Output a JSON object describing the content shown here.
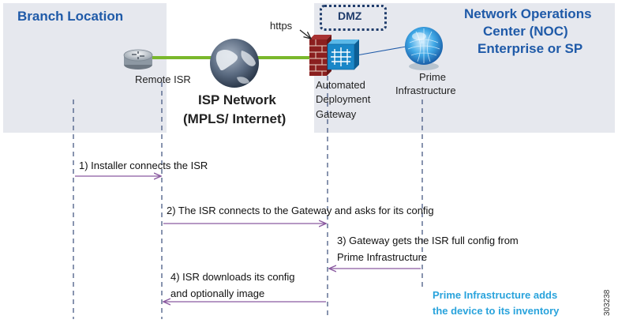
{
  "zones": {
    "branch": "Branch Location",
    "noc_line1": "Network Operations",
    "noc_line2": "Center (NOC)",
    "noc_line3": "Enterprise or SP",
    "dmz": "DMZ"
  },
  "devices": {
    "remote_isr": "Remote ISR",
    "isp_line1": "ISP Network",
    "isp_line2": "(MPLS/ Internet)",
    "https": "https",
    "gateway_line1": "Automated",
    "gateway_line2": "Deployment",
    "gateway_line3": "Gateway",
    "prime_line1": "Prime",
    "prime_line2": "Infrastructure"
  },
  "messages": {
    "m1": "1)  Installer connects the ISR",
    "m2": "2) The ISR connects to the Gateway and asks for its config",
    "m3_line1": "3)  Gateway gets the ISR full config from",
    "m3_line2": "Prime Infrastructure",
    "m4_line1": "4)  ISR downloads its config",
    "m4_line2": "and optionally image"
  },
  "note": {
    "line1": "Prime Infrastructure adds",
    "line2": "the device to its inventory"
  },
  "figure_id": "303238",
  "colors": {
    "zone": "#e6e8ee",
    "arrow": "#8a5aa0",
    "link": "#7ab82c",
    "note": "#29a3dc",
    "title": "#1f5aa8"
  }
}
